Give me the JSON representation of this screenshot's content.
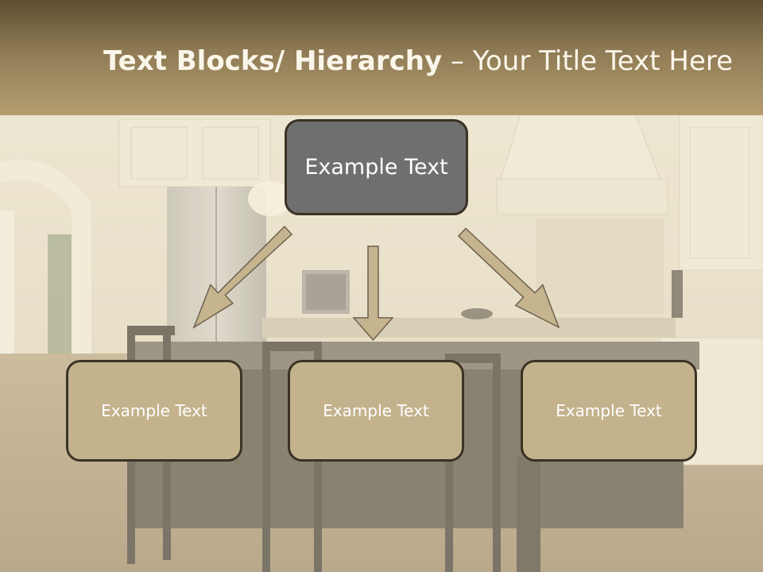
{
  "slide": {
    "title_bold": "Text Blocks/ Hierarchy",
    "title_dash": " – ",
    "title_rest": "Your Title Text Here"
  },
  "hierarchy": {
    "top": "Example Text",
    "children": [
      "Example Text",
      "Example Text",
      "Example Text"
    ]
  },
  "colors": {
    "header_dark": "#5e4e30",
    "header_light": "#b49d70",
    "top_box_fill": "#6f6f6f",
    "child_box_fill": "#c3b28c",
    "arrow_fill": "#c6b48e",
    "box_border": "#3b3326"
  },
  "background_image": "kitchen-photo"
}
